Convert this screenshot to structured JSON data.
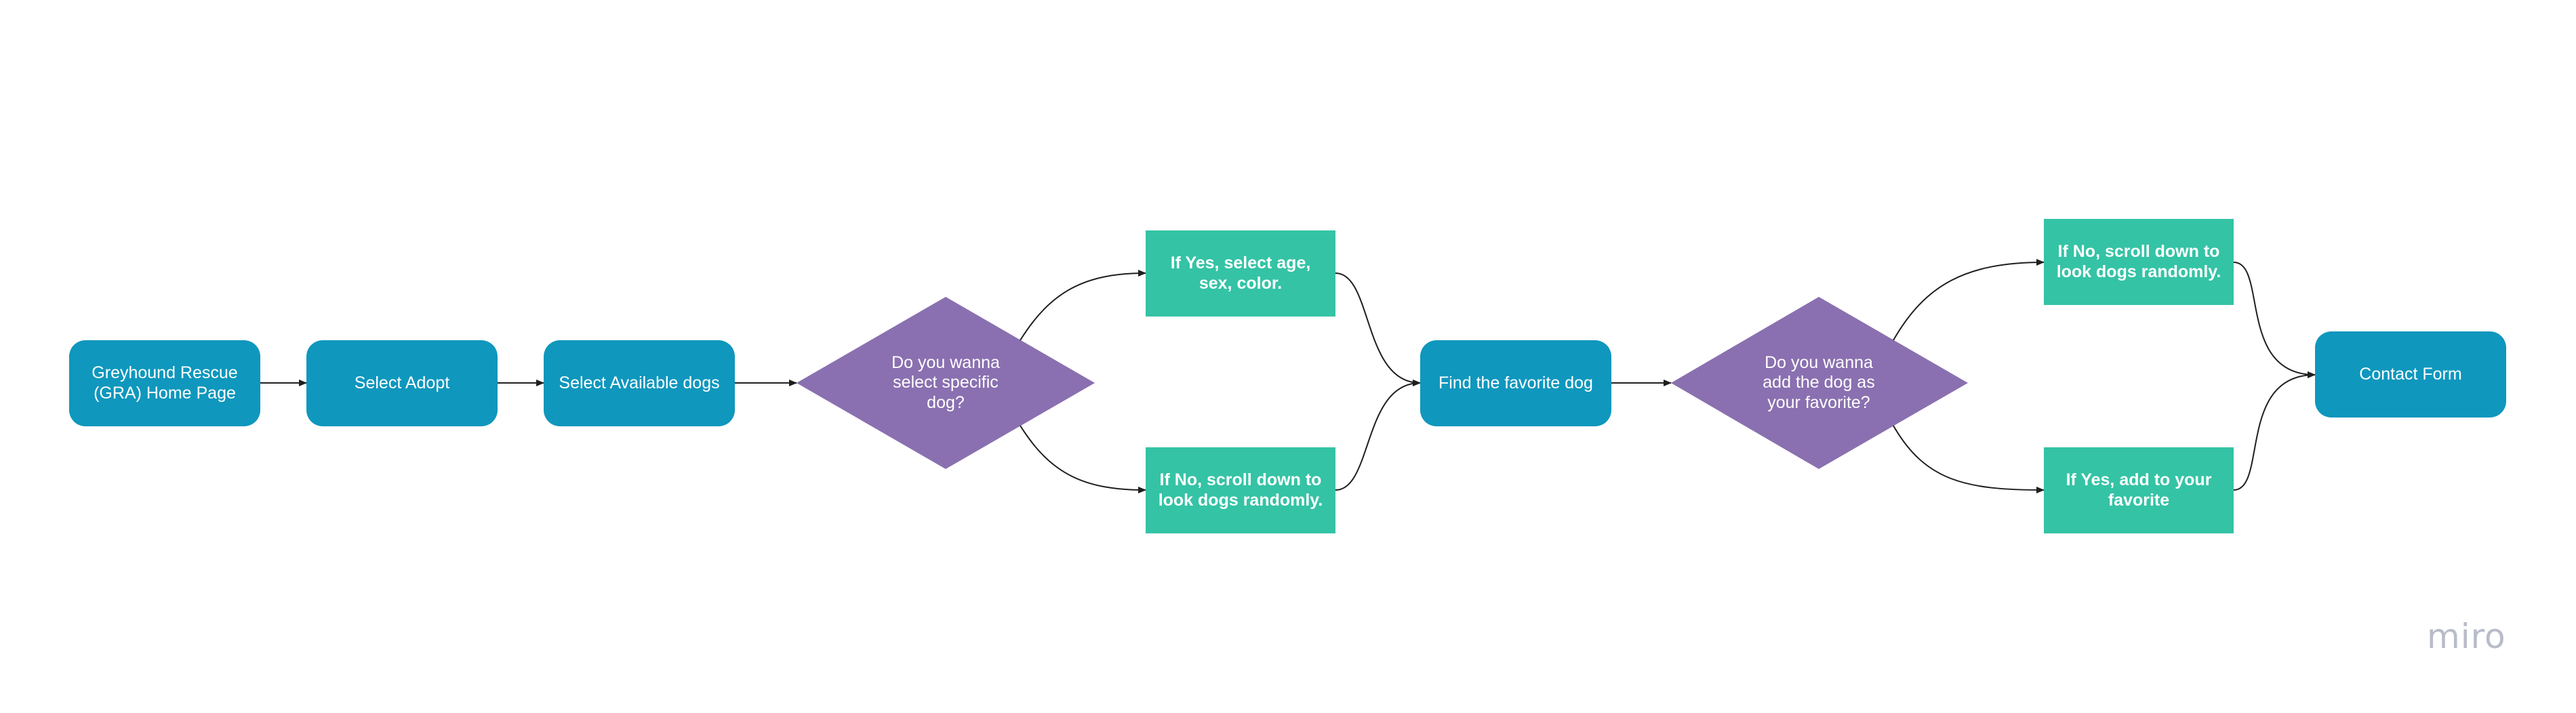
{
  "colors": {
    "process": "#0f97bd",
    "choice": "#34c3a5",
    "decision": "#8a70b0",
    "connector": "#1f1f1f",
    "watermark": "#b8bcc8"
  },
  "nodes": {
    "home": "Greyhound Rescue\n(GRA) Home  Page",
    "adopt": "Select Adopt",
    "available": "Select Available dogs",
    "decision1": "Do you wanna\nselect specific\ndog?",
    "yes_specific": "If Yes, select age,\nsex, color.",
    "no_scroll_1": "If No, scroll down to\nlook dogs randomly.",
    "favorite_dog": "Find the favorite dog",
    "decision2": "Do you wanna\nadd the dog as\nyour favorite?",
    "no_scroll_2": "If No, scroll down to\nlook dogs randomly.",
    "yes_favorite": "If Yes, add to your\nfavorite",
    "contact": "Contact Form"
  },
  "watermark": "miro"
}
